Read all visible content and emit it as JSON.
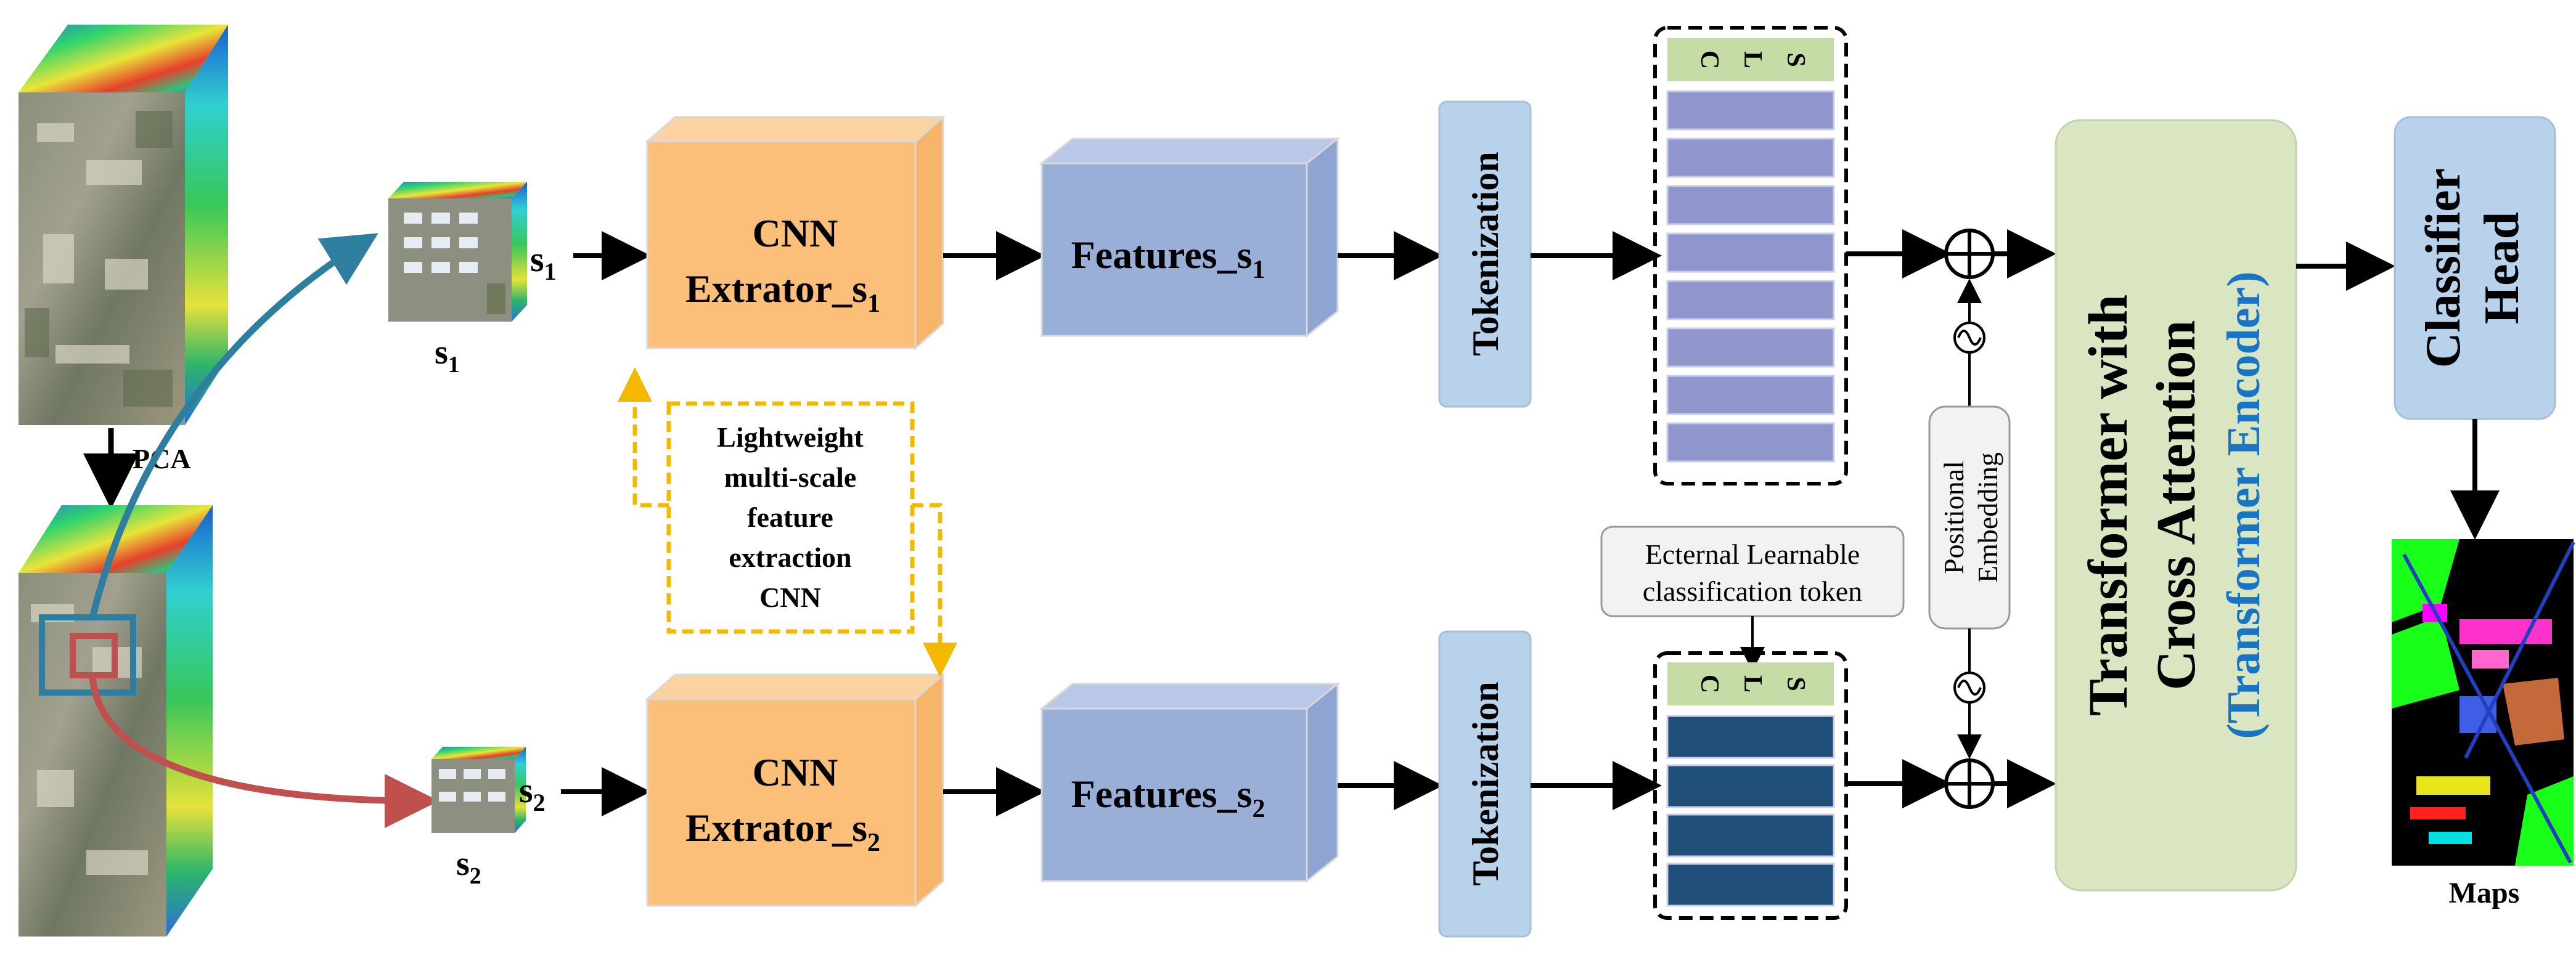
{
  "colors": {
    "cnn_box": "#fbbf7a",
    "features_box": "#9aafd8",
    "token_box": "#b9d2ec",
    "cls_token": "#c6dca6",
    "s1_token": "#8f96cc",
    "s2_token": "#1f4e79",
    "transformer_box": "#d9e6c1",
    "classifier_box": "#b9d2ec",
    "accent_blue": "#1a74c4",
    "s1_arrow": "#2e7f9f",
    "s2_arrow": "#c0504d",
    "dashed_yellow": "#f5b800"
  },
  "labels": {
    "pca": "PCA",
    "s1": "s",
    "s2": "s",
    "sub1": "1",
    "sub2": "2",
    "cnn_line1": "CNN",
    "cnn1_line2": "Extrator_s",
    "cnn2_line2": "Extrator_s",
    "features1": "Features_s",
    "features2": "Features_s",
    "tokenization": "Tokenization",
    "cls": [
      "C",
      "L",
      "S"
    ],
    "lightweight": [
      "Lightweight",
      "multi-scale",
      "feature",
      "extraction",
      "CNN"
    ],
    "external_token": [
      "Ecternal Learnable",
      "classification token"
    ],
    "positional": [
      "Positional",
      "Embedding"
    ],
    "transformer_line1": "Transformer with",
    "transformer_line2": "Cross Attention",
    "transformer_line3": "(Transformer Encoder)",
    "classifier_line1": "Classifier",
    "classifier_line2": "Head",
    "maps": "Maps"
  },
  "icons": [
    "hyperspectral-cube-icon",
    "pca-cube-icon",
    "patch-s1-icon",
    "patch-s2-icon",
    "plus-circle-icon",
    "sine-icon",
    "classification-map-icon"
  ]
}
